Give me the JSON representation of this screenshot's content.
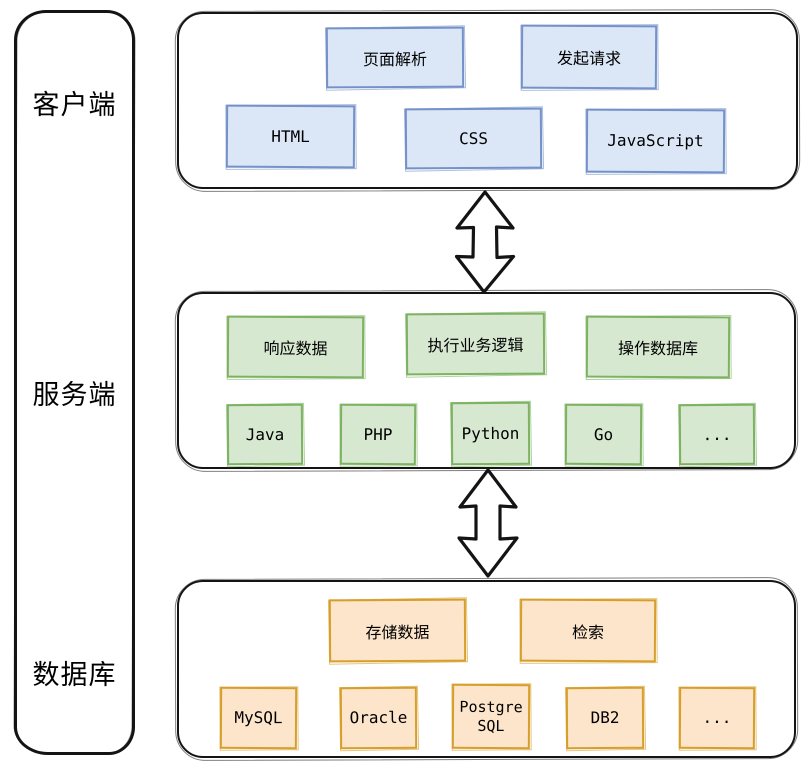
{
  "diagram": {
    "outline_color": "#141414",
    "rail": {
      "labels": [
        "客户端",
        "服务端",
        "数据库"
      ]
    },
    "tiers": [
      {
        "name": "客户端",
        "fill": "#dbe7f6",
        "border": "#7491c8",
        "actions": [
          "页面解析",
          "发起请求"
        ],
        "techs": [
          "HTML",
          "CSS",
          "JavaScript"
        ]
      },
      {
        "name": "服务端",
        "fill": "#d7e8d1",
        "border": "#7db262",
        "actions": [
          "响应数据",
          "执行业务逻辑",
          "操作数据库"
        ],
        "techs": [
          "Java",
          "PHP",
          "Python",
          "Go",
          "..."
        ]
      },
      {
        "name": "数据库",
        "fill": "#fce5cb",
        "border": "#d69f2b",
        "actions": [
          "存储数据",
          "检索"
        ],
        "techs": [
          "MySQL",
          "Oracle",
          "PostgreSQL",
          "DB2",
          "..."
        ]
      }
    ]
  }
}
